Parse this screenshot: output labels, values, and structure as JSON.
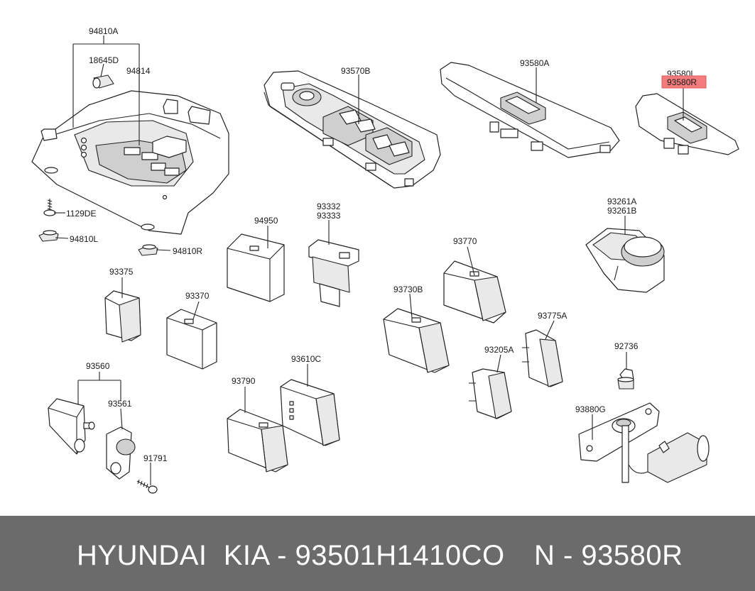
{
  "labels": {
    "p94810A": "94810A",
    "p18645D": "18645D",
    "p94814": "94814",
    "p1129DE": "1129DE",
    "p94810L": "94810L",
    "p94810R": "94810R",
    "p93570B": "93570B",
    "p93580A": "93580A",
    "p93580L": "93580L",
    "p93580R": "93580R",
    "p93261A": "93261A",
    "p93261B": "93261B",
    "p94950": "94950",
    "p93332": "93332",
    "p93333": "93333",
    "p93770": "93770",
    "p93375": "93375",
    "p93370": "93370",
    "p93730B": "93730B",
    "p93775A": "93775A",
    "p92736": "92736",
    "p93205A": "93205A",
    "p93560": "93560",
    "p93561": "93561",
    "p93790": "93790",
    "p93610C": "93610C",
    "p93880G": "93880G",
    "p91791": "91791"
  },
  "highlight_color": "#f47c7c",
  "footer": {
    "left": "HYUNDAI  KIA - 93501H1410CO",
    "right": "N - 93580R",
    "background": "#6b6b6b",
    "text_color": "#ffffff"
  }
}
